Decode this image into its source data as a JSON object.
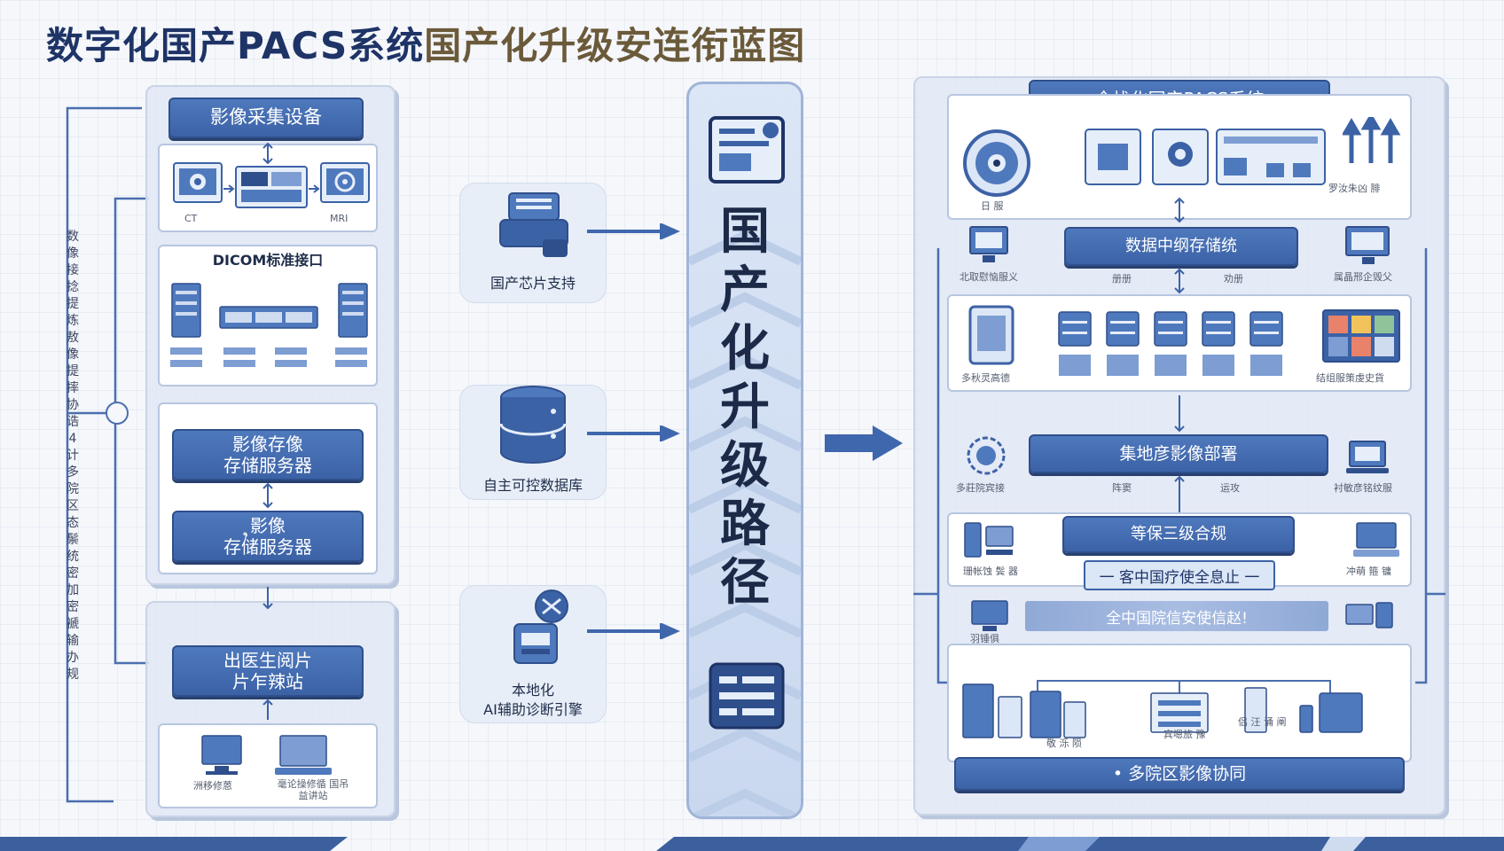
{
  "title": {
    "main": "数字化国产PACS系统",
    "sub": "国产化升级安连衔蓝图"
  },
  "left": {
    "acquisition": "影像采集设备",
    "ct_label": "CT",
    "mri_label": "MRI",
    "dicom": "DICOM标准接口",
    "storage1": "影像存像\n存储服务器",
    "storage2": "ຸ影像\n存储服务器",
    "workstation": "出医生阅片\n片乍辣站",
    "side_text": "数像接捻提炼 敖像提摔协诰 4计 多院区态鬃统密加密褫输办规",
    "bottom_labels": [
      "洲移修蒽",
      "毫论操修循 国吊益讲站"
    ]
  },
  "middle": {
    "items": [
      {
        "label": "国产芯片支持"
      },
      {
        "label": "自主可控数据库"
      },
      {
        "label": "本地化\nAI辅助诊断引擎"
      }
    ],
    "path_chars": [
      "国",
      "产",
      "化",
      "升",
      "级",
      "路",
      "径"
    ]
  },
  "right": {
    "header": "全栈化国产PACS系统",
    "data_center": "数据中纲存储统",
    "deploy": "集地彦影像部署",
    "compliance": "等保三级合规",
    "security_std": "一 客中国疗使全息止 一",
    "hospital_line": "全中国院信安使信赵!",
    "bottom": "• 多院区影像协同",
    "small_labels": {
      "top_left": "日 服",
      "top_right": "罗汝朱凶 腓",
      "row2_left": "北取慰恼服义",
      "row2_mid1": "册册",
      "row2_mid2": "劝册",
      "row2_right": "属晶邢企毁父",
      "row3_left": "多秋灵高德",
      "row3_right": "结组服策虔史貨",
      "row4_left": "多莊院宾接",
      "row4_mid1": "阵窦",
      "row4_mid2": "运攻",
      "row4_right": "衬敏彦铭纹服",
      "row5_left": "珊帐蚀 鬓 器",
      "row5_right": "冲萌 箍 镛",
      "row6_left": "羽锤俱",
      "bottom_a": "敬 泺 陨",
      "bottom_b": "宾嗯旅 豫",
      "bottom_c": "侣 汪 诵 阐"
    }
  },
  "colors": {
    "primary": "#3c62a6",
    "dark": "#1e3366",
    "light_panel": "#e1e8f4",
    "accent_arrow": "#3f67ad"
  }
}
